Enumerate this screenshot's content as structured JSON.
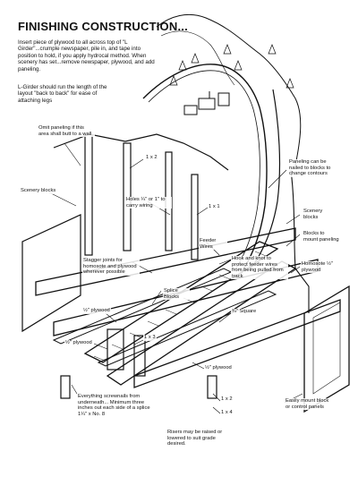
{
  "title": "FINISHING CONSTRUCTION...",
  "intro": {
    "paragraph1": "Insert piece of plywood to all across top of \"L Girder\"...crumple newspaper, pile in, and tape into position to hold, if you apply hydrocal method. When scenery has set...remove newspaper, plywood, and add paneling.",
    "paragraph2": "L-Girder should run the length of the layout \"back to back\" for ease of attaching legs"
  },
  "labels": {
    "omit_paneling": "Omit paneling if this area shall butt to a wall",
    "one_by_two_top": "1 x 2",
    "scenery_blocks_left": "Scenery blocks",
    "holes": "Holes ¼\" or 1\" to carry wiring",
    "one_by_one": "1 x 1",
    "paneling_can": "Paneling can be nailed to blocks to change contours",
    "scenery_blocks_right": "Scenery blocks",
    "blocks_mount": "Blocks to mount paneling",
    "feeder_wires": "Feeder Wires",
    "hook_knot": "Hook and knot to protect feeder wires from being pulled from track",
    "homosote": "Homosote ½\" plywood",
    "stagger": "Stagger joints for homosote and plywood wherever possible",
    "splice_blocks": "Splice Blocks",
    "half_plywood_1": "½\" plywood",
    "half_plywood_2": "½\" plywood",
    "half_plywood_3": "½\" plywood",
    "one_by_three": "1 x 3",
    "three_quarter_square": "¾\" Square",
    "everything": "Everything screwnails from underneath... Minimum three inches out each side of a splice 1¼\" x No. 8",
    "one_by_two_bottom": "1 x 2",
    "one_by_four": "1 x 4",
    "easily_mount": "Easily mount block or control panels",
    "risers": "Risers may be raised or lowered to suit grade desired."
  }
}
